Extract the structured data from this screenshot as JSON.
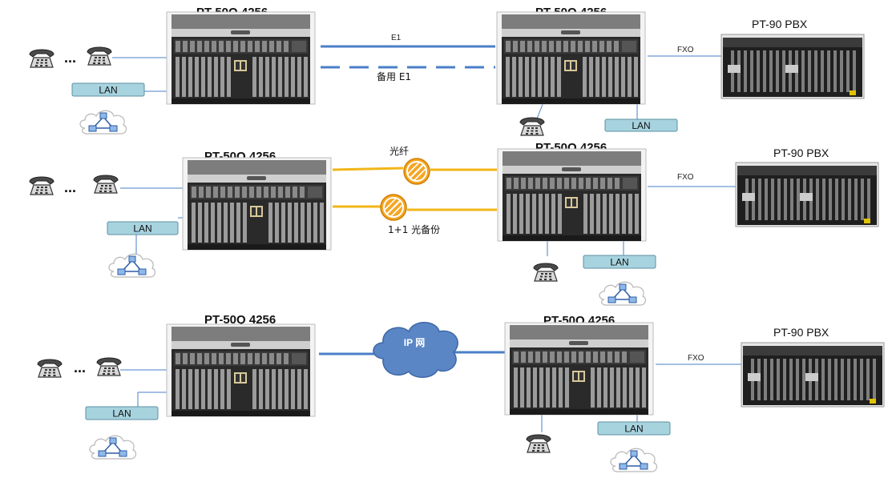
{
  "colors": {
    "blue_link": "#4a7fc8",
    "fiber": "#f2b619",
    "lan_fill": "#a7d3df",
    "lan_stroke": "#5d8fa2",
    "cloud": "#5b86c6",
    "chassis_dark": "#222222",
    "chassis_light": "#d9d9d9"
  },
  "devices": {
    "pt50q": "PT-50Q 4256",
    "pbx": "PT-90 PBX"
  },
  "labels": {
    "lan": "LAN",
    "fxo": "FXO",
    "ellipsis": "...",
    "e1": "E1",
    "backup_e1": "备用 E1",
    "fiber": "光纤",
    "fiber_backup": "1+1 光备份",
    "ip_net": "IP 网"
  },
  "icons": [
    "telephone-icon",
    "lan-network-icon",
    "fiber-transceiver-icon",
    "ip-cloud-icon",
    "chassis-icon",
    "pbx-chassis-icon"
  ]
}
